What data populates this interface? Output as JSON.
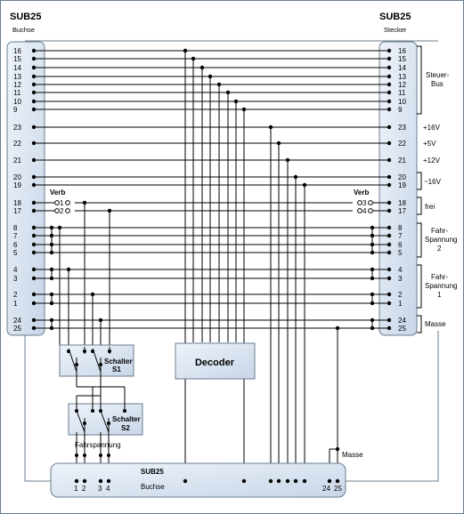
{
  "left_connector": {
    "title": "SUB25",
    "subtitle": "Buchse"
  },
  "right_connector": {
    "title": "SUB25",
    "subtitle": "Stecker"
  },
  "pins": [
    {
      "label": "16"
    },
    {
      "label": "15"
    },
    {
      "label": "14"
    },
    {
      "label": "13"
    },
    {
      "label": "12"
    },
    {
      "label": "11"
    },
    {
      "label": "10"
    },
    {
      "label": "9"
    },
    {
      "label": "23"
    },
    {
      "label": "22"
    },
    {
      "label": "21"
    },
    {
      "label": "20"
    },
    {
      "label": "19"
    },
    {
      "label": "18"
    },
    {
      "label": "17"
    },
    {
      "label": "8"
    },
    {
      "label": "7"
    },
    {
      "label": "6"
    },
    {
      "label": "5"
    },
    {
      "label": "4"
    },
    {
      "label": "3"
    },
    {
      "label": "2"
    },
    {
      "label": "1"
    },
    {
      "label": "24"
    },
    {
      "label": "25"
    }
  ],
  "side_labels": {
    "steuer": "Steuer-",
    "bus": "Bus",
    "v16": "+16V",
    "v5": "+5V",
    "v12": "+12V",
    "ac16": "~16V",
    "frei": "frei",
    "fahr2_a": "Fahr-",
    "fahr2_b": "Spannung",
    "fahr2_c": "2",
    "fahr1_a": "Fahr-",
    "fahr1_b": "Spannung",
    "fahr1_c": "1",
    "masse": "Masse"
  },
  "verb": {
    "label": "Verb",
    "left_top": "1",
    "left_bottom": "2",
    "right_top": "3",
    "right_bottom": "4"
  },
  "switch1": {
    "line1": "Schalter",
    "line2": "S1"
  },
  "switch2": {
    "line1": "Schalter",
    "line2": "S2"
  },
  "decoder": {
    "label": "Decoder"
  },
  "fahrspannung_label": "Fahrspannung",
  "masse_label": "Masse",
  "bottom_connector": {
    "title": "SUB25",
    "subtitle": "Buchse",
    "pins": [
      "1",
      "2",
      "3",
      "4",
      "24",
      "25"
    ]
  }
}
